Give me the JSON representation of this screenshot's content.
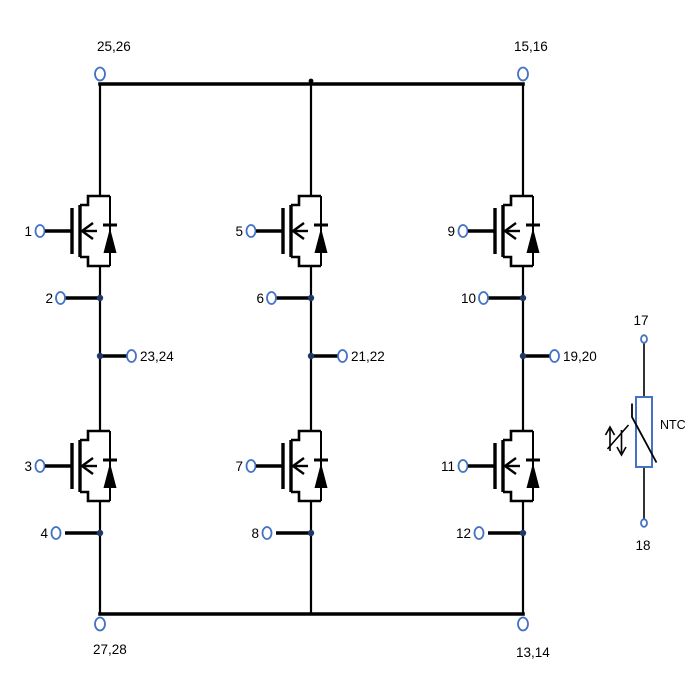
{
  "colors": {
    "wire": "#000000",
    "terminal_stroke": "#4472c4",
    "junction_dot": "#1f3864",
    "ntc_body_stroke": "#4472c4",
    "label_text": "#000000",
    "background": "#ffffff"
  },
  "bridge": {
    "top_rail": {
      "left_label": "25,26",
      "right_label": "15,16"
    },
    "bottom_rail": {
      "left_label": "27,28",
      "right_label": "13,14"
    },
    "legs": [
      {
        "high": {
          "gate": "1",
          "kelvin": "2"
        },
        "phase": "23,24",
        "low": {
          "gate": "3",
          "kelvin": "4"
        }
      },
      {
        "high": {
          "gate": "5",
          "kelvin": "6"
        },
        "phase": "21,22",
        "low": {
          "gate": "7",
          "kelvin": "8"
        }
      },
      {
        "high": {
          "gate": "9",
          "kelvin": "10"
        },
        "phase": "19,20",
        "low": {
          "gate": "11",
          "kelvin": "12"
        }
      }
    ]
  },
  "ntc": {
    "top_pin": "17",
    "bottom_pin": "18",
    "label": "NTC"
  }
}
